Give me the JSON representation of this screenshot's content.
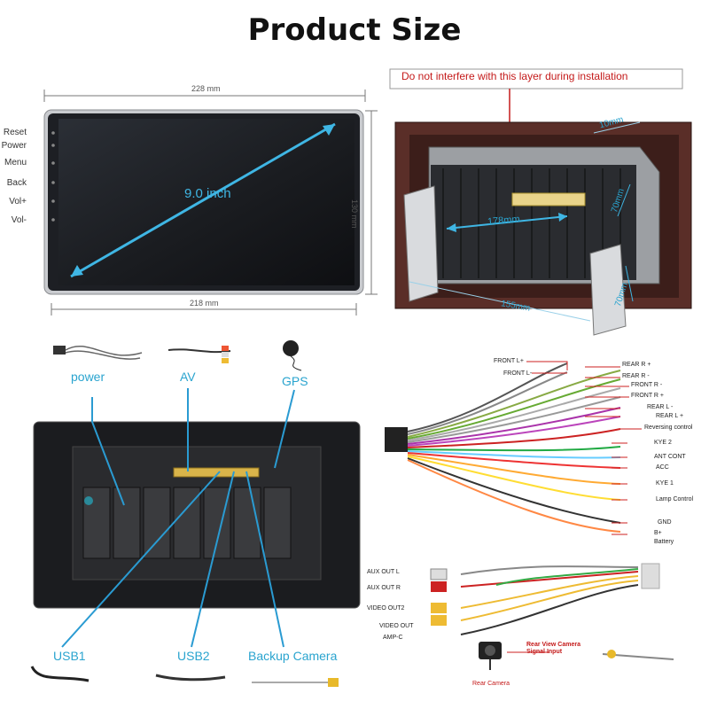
{
  "title": "Product Size",
  "front_view": {
    "width_top": "228 mm",
    "width_bottom": "218 mm",
    "height": "130 mm",
    "diagonal": "9.0 inch",
    "buttons": [
      "Reset",
      "Power",
      "Menu",
      "Back",
      "Vol+",
      "Vol-"
    ]
  },
  "side_view": {
    "warning": "Do not interfere with this layer during installation",
    "border": "10mm",
    "width": "178mm",
    "depth_a": "70mm",
    "depth_b": "70mm",
    "length": "155mm"
  },
  "accessories": {
    "power": "power",
    "av": "AV",
    "gps": "GPS",
    "usb1": "USB1",
    "usb2": "USB2",
    "backup_camera": "Backup Camera"
  },
  "harness": {
    "left": [
      "FRONT L+",
      "FRONT L-"
    ],
    "right": [
      "REAR R +",
      "REAR R -",
      "FRONT R -",
      "FRONT R +",
      "REAR L -",
      "REAR L +",
      "Reversing control",
      "KYE 2",
      "ANT CONT",
      "ACC",
      "KYE 1",
      "Lamp Control",
      "GND",
      "B+",
      "Battery"
    ]
  },
  "av_cable": {
    "labels": [
      "AUX OUT L",
      "AUX OUT R",
      "VIDEO OUT2",
      "VIDEO OUT",
      "AMP-C"
    ],
    "camera_title": "Rear View Camera",
    "camera_sub": "Signal Input",
    "camera_label": "Rear Camera"
  }
}
